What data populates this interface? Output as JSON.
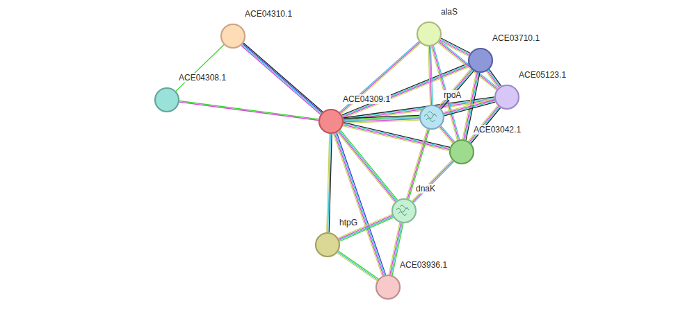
{
  "diagram": {
    "nodes": [
      {
        "text": [
          "alaS"
        ]
      },
      {
        "text": [
          "ACE04310.1"
        ]
      },
      {
        "text": [
          "ACE03710.1"
        ]
      },
      {
        "text": [
          "ACE05123.1"
        ]
      },
      {
        "text": [
          "ACE04308.1"
        ]
      },
      {
        "text": [
          "rpoA"
        ]
      },
      {
        "text": [
          "ACE04309.1"
        ]
      },
      {
        "text": [
          "ACE03042.1"
        ]
      },
      {
        "text": [
          "dnaK"
        ]
      },
      {
        "text": [
          "htpG"
        ]
      },
      {
        "text": [
          "ACE03936.1"
        ]
      }
    ],
    "edges": [
      {
        "from": 1,
        "to": 4,
        "arrow": "none"
      },
      {
        "from": 1,
        "to": 6,
        "arrow": "none"
      },
      {
        "from": 4,
        "to": 6,
        "arrow": "none"
      },
      {
        "from": 6,
        "to": 0,
        "arrow": "none"
      },
      {
        "from": 6,
        "to": 2,
        "arrow": "none"
      },
      {
        "from": 6,
        "to": 3,
        "arrow": "none"
      },
      {
        "from": 6,
        "to": 5,
        "arrow": "none"
      },
      {
        "from": 6,
        "to": 7,
        "arrow": "none"
      },
      {
        "from": 6,
        "to": 8,
        "arrow": "none"
      },
      {
        "from": 6,
        "to": 9,
        "arrow": "none"
      },
      {
        "from": 6,
        "to": 10,
        "arrow": "none"
      },
      {
        "from": 0,
        "to": 2,
        "arrow": "none"
      },
      {
        "from": 0,
        "to": 5,
        "arrow": "none"
      },
      {
        "from": 0,
        "to": 7,
        "arrow": "none"
      },
      {
        "from": 0,
        "to": 3,
        "arrow": "none"
      },
      {
        "from": 2,
        "to": 5,
        "arrow": "none"
      },
      {
        "from": 2,
        "to": 7,
        "arrow": "none"
      },
      {
        "from": 2,
        "to": 3,
        "arrow": "none"
      },
      {
        "from": 3,
        "to": 5,
        "arrow": "none"
      },
      {
        "from": 3,
        "to": 7,
        "arrow": "none"
      },
      {
        "from": 5,
        "to": 7,
        "arrow": "none"
      },
      {
        "from": 5,
        "to": 8,
        "arrow": "none"
      },
      {
        "from": 7,
        "to": 8,
        "arrow": "none"
      },
      {
        "from": 8,
        "to": 9,
        "arrow": "none"
      },
      {
        "from": 8,
        "to": 10,
        "arrow": "none"
      },
      {
        "from": 9,
        "to": 10,
        "arrow": "none"
      }
    ]
  }
}
